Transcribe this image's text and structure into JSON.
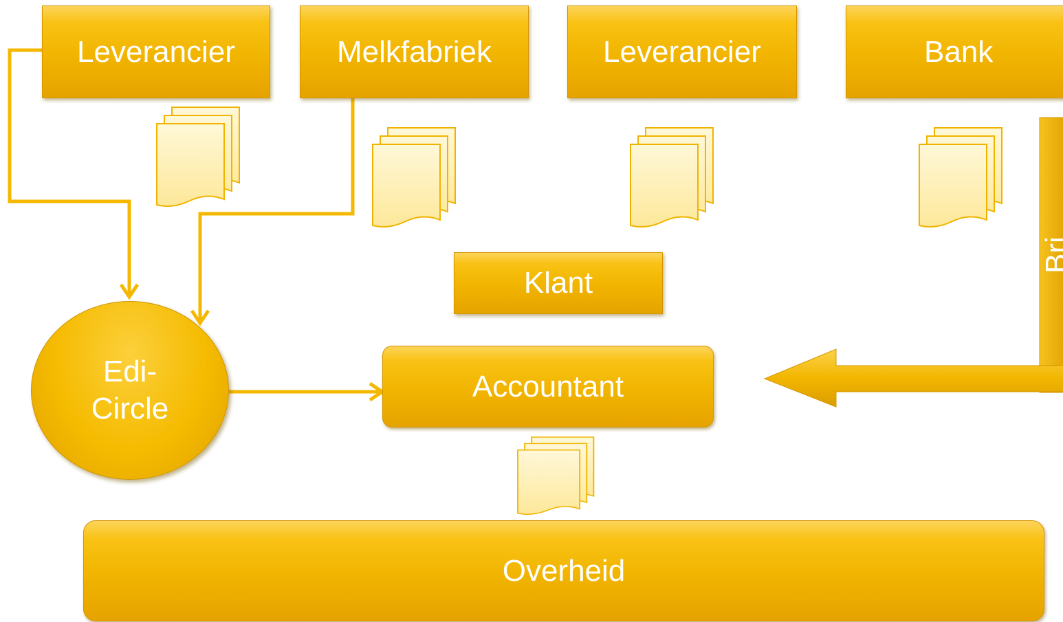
{
  "nodes": {
    "leverancier_1": "Leverancier",
    "melkfabriek": "Melkfabriek",
    "leverancier_2": "Leverancier",
    "bank": "Bank",
    "klant": "Klant",
    "edi_circle_line1": "Edi-",
    "edi_circle_line2": "Circle",
    "accountant": "Accountant",
    "overheid": "Overheid"
  },
  "arrow_label": "Bri",
  "colors": {
    "box_top": "#fdd45a",
    "box_mid": "#f1b400",
    "box_bottom": "#e6a300",
    "connector": "#f5b800",
    "document_fill": "#fff1b8",
    "document_stroke": "#f0b400"
  }
}
